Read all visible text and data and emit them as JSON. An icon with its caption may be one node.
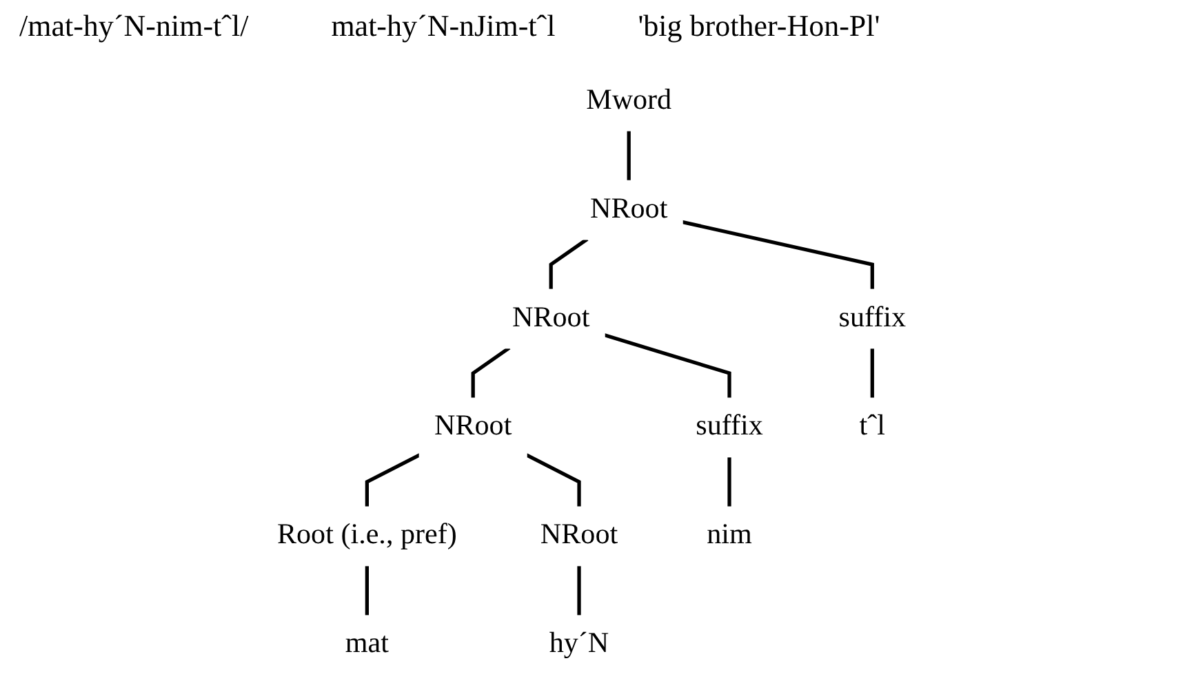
{
  "diagram": {
    "nodes": [
      {
        "text": [
          "Mword"
        ]
      },
      {
        "text": [
          "NRoot"
        ]
      },
      {
        "text": [
          "NRoot"
        ]
      },
      {
        "text": [
          "NRoot"
        ]
      },
      {
        "text": [
          "Root (i.e., pref)"
        ]
      },
      {
        "text": [
          "NRoot"
        ]
      },
      {
        "text": [
          "suffix"
        ]
      },
      {
        "text": [
          "suffix"
        ]
      },
      {
        "text": [
          "mat"
        ]
      },
      {
        "text": [
          "hy´N"
        ]
      },
      {
        "text": [
          "nim"
        ]
      },
      {
        "text": [
          "tˆl"
        ]
      }
    ],
    "edges": [
      {
        "from": 0,
        "to": 1,
        "arrow": "none"
      },
      {
        "from": 1,
        "to": 2,
        "arrow": "none"
      },
      {
        "from": 1,
        "to": 7,
        "arrow": "none"
      },
      {
        "from": 2,
        "to": 3,
        "arrow": "none"
      },
      {
        "from": 2,
        "to": 6,
        "arrow": "none"
      },
      {
        "from": 3,
        "to": 4,
        "arrow": "none"
      },
      {
        "from": 3,
        "to": 5,
        "arrow": "none"
      },
      {
        "from": 4,
        "to": 8,
        "arrow": "none"
      },
      {
        "from": 5,
        "to": 9,
        "arrow": "none"
      },
      {
        "from": 6,
        "to": 10,
        "arrow": "none"
      },
      {
        "from": 7,
        "to": 11,
        "arrow": "none"
      }
    ],
    "labels": [
      "/mat-hy´N-nim-tˆl/",
      "mat-hy´N-nJim-tˆl",
      "'big brother-Hon-Pl'"
    ]
  }
}
